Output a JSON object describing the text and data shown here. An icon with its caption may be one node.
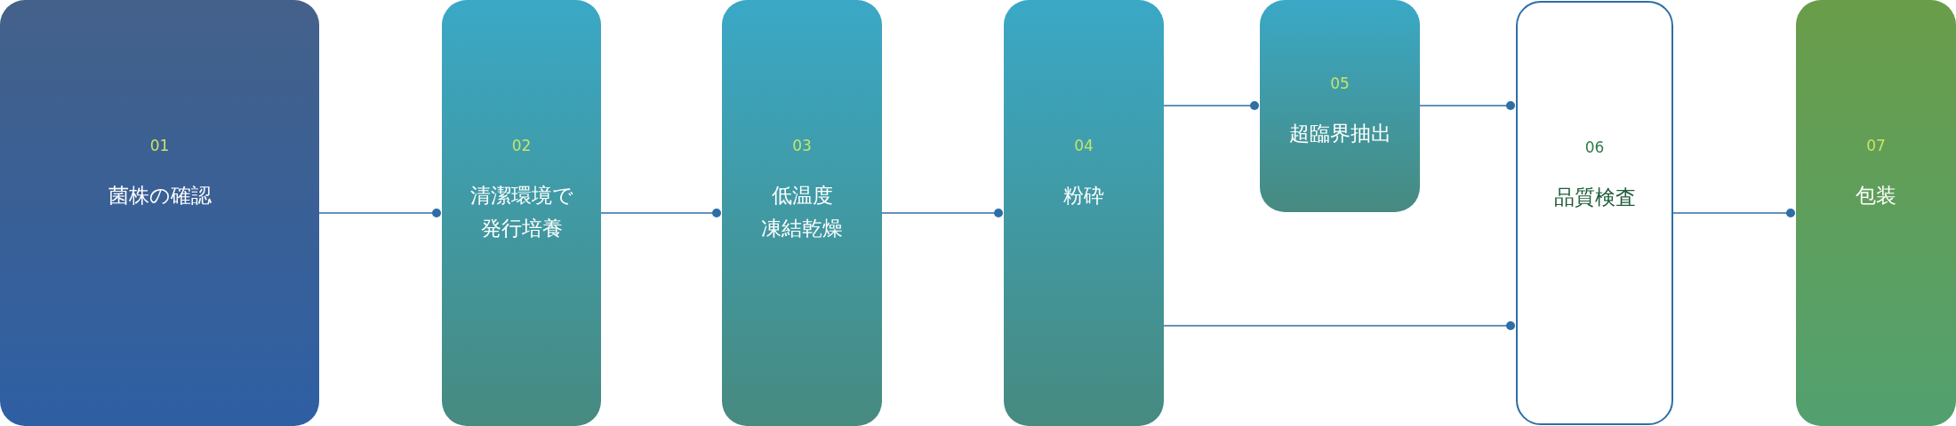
{
  "diagram": {
    "nodes": [
      {
        "text": [
          "01",
          "菌株の確認"
        ]
      },
      {
        "text": [
          "02",
          "清潔環境で発行培養"
        ]
      },
      {
        "text": [
          "03",
          "低温度凍結乾燥"
        ]
      },
      {
        "text": [
          "04",
          "粉砕"
        ]
      },
      {
        "text": [
          "05",
          "超臨界抽出"
        ]
      },
      {
        "text": [
          "06",
          "品質検査"
        ]
      },
      {
        "text": [
          "07",
          "包装"
        ]
      }
    ],
    "edges": [
      {
        "from": 0,
        "to": 1,
        "arrow": "other"
      },
      {
        "from": 1,
        "to": 2,
        "arrow": "other"
      },
      {
        "from": 2,
        "to": 3,
        "arrow": "other"
      },
      {
        "from": 3,
        "to": 4,
        "arrow": "other"
      },
      {
        "from": 4,
        "to": 5,
        "arrow": "other"
      },
      {
        "from": 3,
        "to": 5,
        "arrow": "other"
      },
      {
        "from": 5,
        "to": 6,
        "arrow": "other"
      }
    ]
  }
}
